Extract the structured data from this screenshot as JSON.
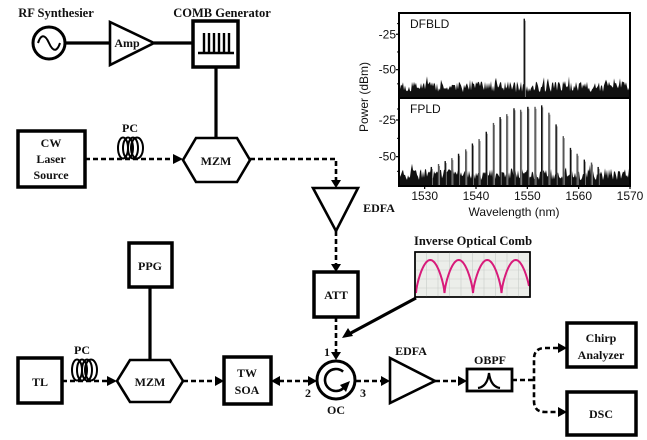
{
  "diagram": {
    "rf_synthesizer_label": "RF Synthesier",
    "amp_label": "Amp",
    "comb_generator_label": "COMB Generator",
    "cw_source_lines": [
      "CW",
      "Laser",
      "Source"
    ],
    "pc_top_label": "PC",
    "mzm_top_label": "MZM",
    "edfa_top_label": "EDFA",
    "att_label": "ATT",
    "inverse_comb_label": "Inverse Optical Comb",
    "ppg_label": "PPG",
    "tl_label": "TL",
    "pc_bottom_label": "PC",
    "mzm_bottom_label": "MZM",
    "tw_soa_lines": [
      "TW",
      "SOA"
    ],
    "circulator": {
      "label": "OC",
      "port1": "1",
      "port2": "2",
      "port3": "3"
    },
    "edfa_bottom_label": "EDFA",
    "obpf_label": "OBPF",
    "chirp_analyzer_lines": [
      "Chirp",
      "Analyzer"
    ],
    "dsc_label": "DSC"
  },
  "inverse_comb": {
    "periods": 4,
    "waveform_color": "#d81b7a",
    "screen_color": "#eceeea",
    "grid_color": "#c9cdc9"
  },
  "chart_data": {
    "type": "line",
    "title": "",
    "xlabel": "Wavelength (nm)",
    "ylabel": "Power (dBm)",
    "xlim": [
      1525,
      1570
    ],
    "x_ticks": [
      1530,
      1540,
      1550,
      1560,
      1570
    ],
    "grid": false,
    "panels": [
      {
        "name": "DFBLD",
        "ylim": [
          -70,
          -10
        ],
        "y_ticks": [
          -25,
          -50
        ],
        "noise_floor_dbm": -62,
        "noise_span_db": 8,
        "peaks": [
          {
            "wavelength_nm": 1549.4,
            "power_dbm": -14
          }
        ]
      },
      {
        "name": "FPLD",
        "ylim": [
          -70,
          -10
        ],
        "y_ticks": [
          -25,
          -50
        ],
        "noise_floor_dbm": -62,
        "noise_span_db": 8,
        "peaks": [
          {
            "wavelength_nm": 1531.3,
            "power_dbm": -57
          },
          {
            "wavelength_nm": 1532.7,
            "power_dbm": -55
          },
          {
            "wavelength_nm": 1534.0,
            "power_dbm": -53
          },
          {
            "wavelength_nm": 1535.3,
            "power_dbm": -51
          },
          {
            "wavelength_nm": 1536.6,
            "power_dbm": -48
          },
          {
            "wavelength_nm": 1538.0,
            "power_dbm": -45
          },
          {
            "wavelength_nm": 1539.3,
            "power_dbm": -41
          },
          {
            "wavelength_nm": 1540.6,
            "power_dbm": -38
          },
          {
            "wavelength_nm": 1542.0,
            "power_dbm": -33
          },
          {
            "wavelength_nm": 1543.4,
            "power_dbm": -27
          },
          {
            "wavelength_nm": 1544.7,
            "power_dbm": -23
          },
          {
            "wavelength_nm": 1546.0,
            "power_dbm": -21
          },
          {
            "wavelength_nm": 1547.4,
            "power_dbm": -17
          },
          {
            "wavelength_nm": 1548.7,
            "power_dbm": -18
          },
          {
            "wavelength_nm": 1550.1,
            "power_dbm": -16
          },
          {
            "wavelength_nm": 1551.5,
            "power_dbm": -16
          },
          {
            "wavelength_nm": 1552.8,
            "power_dbm": -15
          },
          {
            "wavelength_nm": 1554.2,
            "power_dbm": -20
          },
          {
            "wavelength_nm": 1555.6,
            "power_dbm": -28
          },
          {
            "wavelength_nm": 1557.0,
            "power_dbm": -36
          },
          {
            "wavelength_nm": 1558.4,
            "power_dbm": -44
          },
          {
            "wavelength_nm": 1559.7,
            "power_dbm": -48
          },
          {
            "wavelength_nm": 1561.1,
            "power_dbm": -52
          },
          {
            "wavelength_nm": 1562.5,
            "power_dbm": -54
          },
          {
            "wavelength_nm": 1563.8,
            "power_dbm": -57
          }
        ]
      }
    ]
  }
}
